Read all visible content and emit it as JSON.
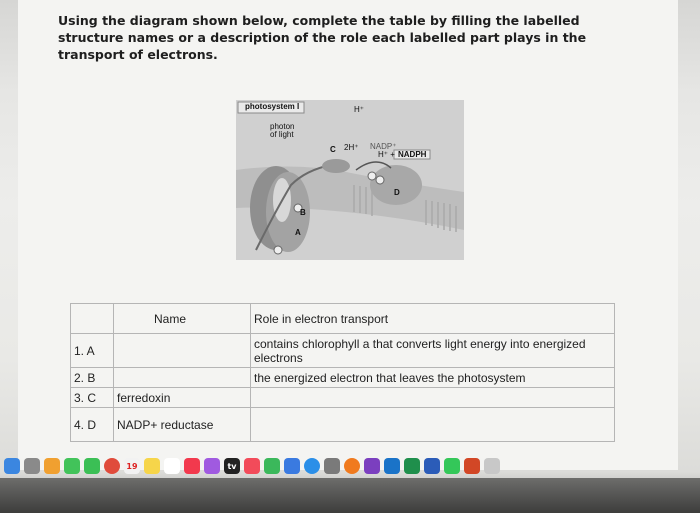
{
  "prompt": "Using the diagram shown below, complete the table by filling the labelled structure names or a description of the role each labelled part plays in the transport of electrons.",
  "diagram": {
    "labels": {
      "photosystem": "photosystem I",
      "photon": "photon",
      "of_light": "of light",
      "c": "C",
      "two_h": "2H⁺",
      "nadp": "NADP⁺",
      "h_small": "H⁺",
      "h_nadph": "H⁺ +",
      "nadph": "NADPH",
      "a": "A",
      "b": "B",
      "d": "D"
    }
  },
  "table": {
    "header": [
      "",
      "Name",
      "Role in electron transport"
    ],
    "rows": [
      [
        "1. A",
        "",
        "contains chlorophyll a that converts light energy into energized electrons"
      ],
      [
        "2. B",
        "",
        "the energized electron that leaves the photosystem"
      ],
      [
        "3. C",
        "ferredoxin",
        ""
      ],
      [
        "4. D",
        "NADP+ reductase",
        ""
      ]
    ]
  },
  "dock": {
    "calendar_day": "19",
    "tv_label": "tv",
    "icons": [
      "finder-icon",
      "launchpad-icon",
      "photos-icon",
      "messages-icon",
      "facetime-icon",
      "chrome-icon",
      "calendar-icon",
      "notes-icon",
      "reminders-icon",
      "music-icon",
      "podcasts-icon",
      "tv-icon",
      "news-icon",
      "numbers-icon",
      "keynote-icon",
      "appstore-icon",
      "preferences-icon",
      "firefox-icon",
      "onenote-icon",
      "outlook-icon",
      "excel-icon",
      "word-icon",
      "facetime-green-icon",
      "powerpoint-icon",
      "trash-icon"
    ],
    "colors": [
      "#3b86e0",
      "#8a8a8a",
      "#f0a030",
      "#42c35a",
      "#3bbf55",
      "#e04b3b",
      "#f2f2f2",
      "#f6d54a",
      "#ffffff",
      "#f2394d",
      "#a05ae0",
      "#222222",
      "#f24b5a",
      "#3bb85b",
      "#3a7ae0",
      "#2b8fe8",
      "#7a7a7a",
      "#f07a1e",
      "#7b3fbf",
      "#1a73c8",
      "#1f8f4c",
      "#2b5cb8",
      "#34c759",
      "#d24726",
      "#c8c8c8"
    ]
  }
}
